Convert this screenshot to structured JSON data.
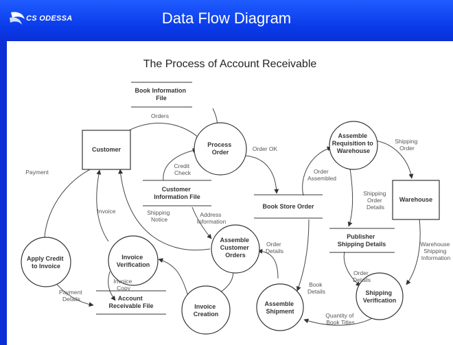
{
  "header": {
    "logo_text": "CS ODESSA",
    "title": "Data Flow Diagram"
  },
  "diagram": {
    "title": "The Process of Account Receivable",
    "entities": {
      "customer": "Customer",
      "warehouse": "Warehouse"
    },
    "processes": {
      "process_order": [
        "Process",
        "Order"
      ],
      "assemble_requisition": [
        "Assemble",
        "Requisition to",
        "Warehouse"
      ],
      "assemble_customer_orders": [
        "Assemble",
        "Customer",
        "Orders"
      ],
      "apply_credit": [
        "Apply Credit",
        "to Invoice"
      ],
      "invoice_verification": [
        "Invoice",
        "Verification"
      ],
      "invoice_creation": [
        "Invoice",
        "Creation"
      ],
      "assemble_shipment": [
        "Assemble",
        "Shipment"
      ],
      "shipping_verification": [
        "Shipping",
        "Verification"
      ]
    },
    "stores": {
      "book_information_file": [
        "Book Information",
        "File"
      ],
      "customer_information_file": [
        "Customer",
        "Information File"
      ],
      "book_store_order": [
        "Book Store Order"
      ],
      "publisher_shipping_details": [
        "Publisher",
        "Shipping Details"
      ],
      "account_receivable_file": [
        "Account",
        "Receivable File"
      ]
    },
    "flows": {
      "orders": [
        "Orders"
      ],
      "order_ok": [
        "Order OK"
      ],
      "shipping_order": [
        "Shipping",
        "Order"
      ],
      "credit_check": [
        "Credit",
        "Check"
      ],
      "order_assembled": [
        "Order",
        "Assembled"
      ],
      "payment": [
        "Payment"
      ],
      "invoice": [
        "Invoice"
      ],
      "shipping_notice": [
        "Shipping",
        "Notice"
      ],
      "address_information": [
        "Address",
        "Information"
      ],
      "shipping_order_details": [
        "Shipping",
        "Order",
        "Details"
      ],
      "order_details_1": [
        "Order",
        "Details"
      ],
      "warehouse_shipping_information": [
        "Warehouse",
        "Shipping",
        "Information"
      ],
      "order_details_2": [
        "Order",
        "Details"
      ],
      "payment_details": [
        "Payment",
        "Details"
      ],
      "invoice_copy": [
        "Invoice",
        "Copy"
      ],
      "book_details": [
        "Book",
        "Details"
      ],
      "quantity_of_book_titles": [
        "Quantity of",
        "Book Titles"
      ]
    }
  }
}
